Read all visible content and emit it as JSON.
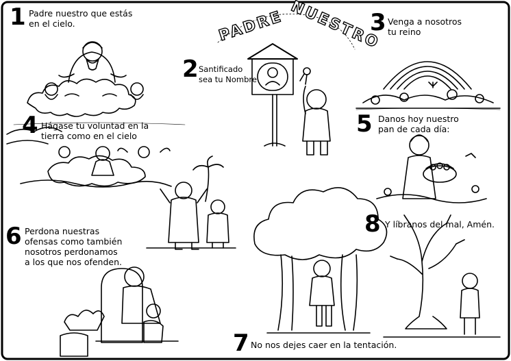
{
  "title_words": [
    "PADRE",
    "NUESTRO"
  ],
  "panels": [
    {
      "number": "1",
      "text": "Padre nuestro que estás\nen el cielo."
    },
    {
      "number": "2",
      "text": "Santificado\nsea tu Nombre"
    },
    {
      "number": "3",
      "text": "Venga a nosotros\ntu reino"
    },
    {
      "number": "4",
      "text": "Hágase tu voluntad en la\ntierra como en el cielo"
    },
    {
      "number": "5",
      "text": "Danos hoy nuestro\npan de cada día:"
    },
    {
      "number": "6",
      "text": "Perdona nuestras\nofensas como también\nnosotros perdonamos\na los que nos ofenden."
    },
    {
      "number": "7",
      "text": "No nos dejes caer en la tentación."
    },
    {
      "number": "8",
      "text": "Y líbranos del mal, Amén."
    }
  ],
  "icons": [
    "god-in-clouds-icon",
    "shrine-icon",
    "rainbow-icon",
    "angels-icon",
    "bread-basket-icon",
    "praying-children-icon",
    "embrace-icon",
    "forest-boy-icon",
    "tree-boy-icon"
  ]
}
